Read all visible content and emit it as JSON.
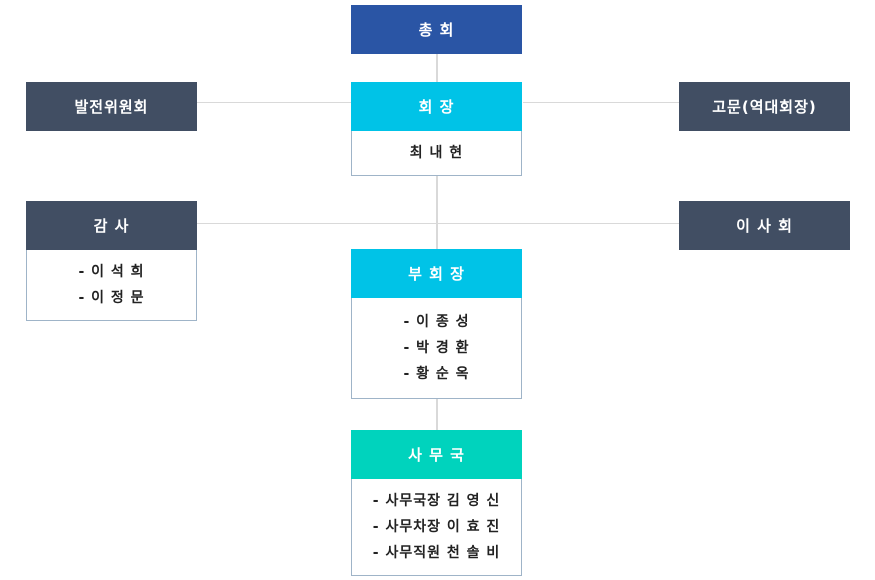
{
  "colors": {
    "navy": "#2a55a5",
    "slate": "#414e63",
    "cyan": "#00c3e7",
    "teal": "#00d3bd",
    "line": "#d9d9d9",
    "panel_border": "#9fb4c8"
  },
  "general_assembly": {
    "label": "총 회"
  },
  "development_committee": {
    "label": "발전위원회"
  },
  "advisors": {
    "label": "고문(역대회장)"
  },
  "president": {
    "label": "회 장",
    "members": [
      "최 내 현"
    ]
  },
  "auditors": {
    "label": "감 사",
    "members": [
      "- 이 석 희",
      "- 이 정 문"
    ]
  },
  "board": {
    "label": "이 사 회"
  },
  "vice_president": {
    "label": "부 회 장",
    "members": [
      "- 이 종 성",
      "- 박 경 환",
      "- 황 순 옥"
    ]
  },
  "secretariat": {
    "label": "사 무 국",
    "members": [
      "- 사무국장 김 영 신",
      "- 사무차장 이 효 진",
      "- 사무직원 천 솔 비"
    ]
  }
}
